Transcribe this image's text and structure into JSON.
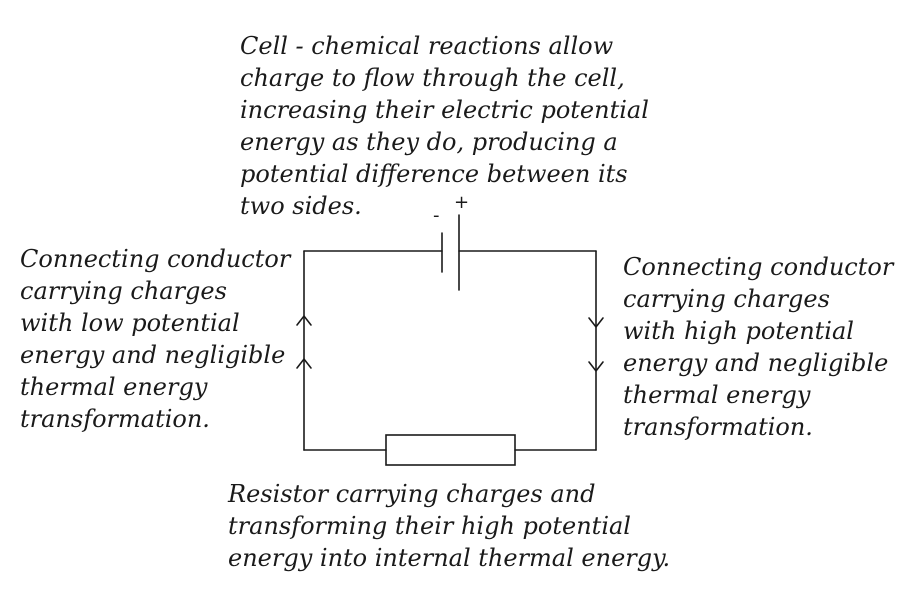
{
  "cell": {
    "lines": [
      "Cell - chemical reactions allow",
      "charge to flow through the cell,",
      "increasing their electric potential",
      "energy as they do, producing a",
      "potential difference between its",
      "two sides."
    ],
    "minus": "-",
    "plus": "+"
  },
  "left_conductor": {
    "lines": [
      "Connecting conductor",
      "carrying charges",
      "with low potential",
      "energy and negligible",
      "thermal energy",
      "transformation."
    ]
  },
  "right_conductor": {
    "lines": [
      "Connecting conductor",
      "carrying charges",
      "with high potential",
      "energy and negligible",
      "thermal energy",
      "transformation."
    ]
  },
  "resistor": {
    "lines": [
      "Resistor carrying charges and",
      "transforming their high potential",
      "energy into internal thermal energy."
    ]
  }
}
